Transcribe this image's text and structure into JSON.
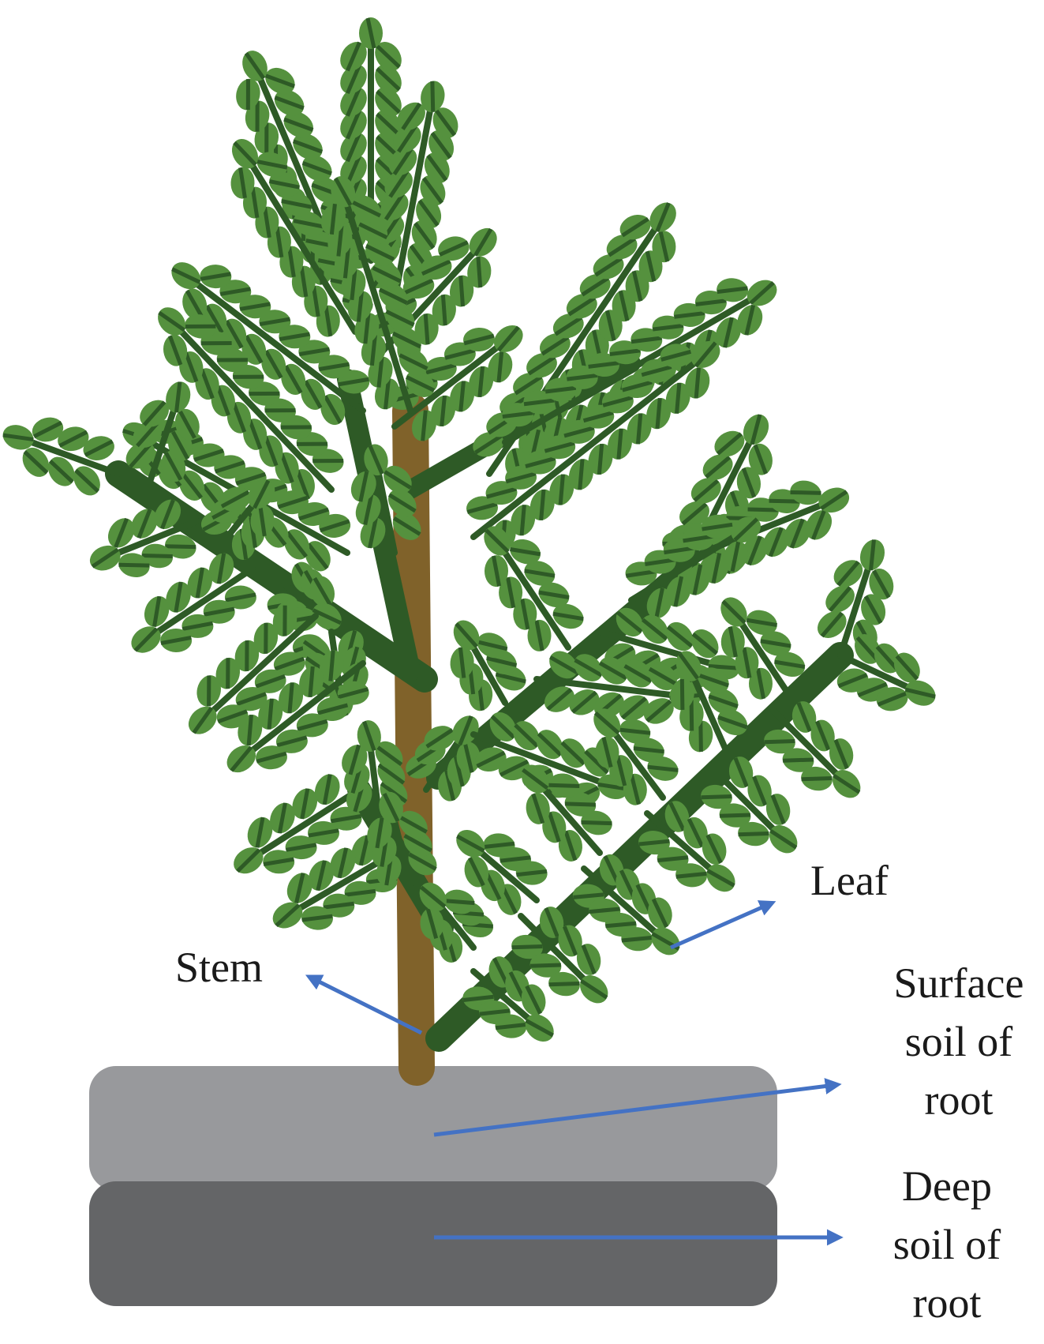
{
  "labels": {
    "leaf": "Leaf",
    "stem": "Stem",
    "surface_soil": [
      "Surface",
      "soil of",
      "root"
    ],
    "deep_soil": [
      "Deep",
      "soil of",
      "root"
    ]
  },
  "colors": {
    "leaf_light": "#55913E",
    "leaf_dark": "#2E5A26",
    "branch": "#2E5A26",
    "stem": "#80622A",
    "surface_soil": "#98999C",
    "deep_soil": "#646567",
    "arrow": "#4472C4"
  }
}
